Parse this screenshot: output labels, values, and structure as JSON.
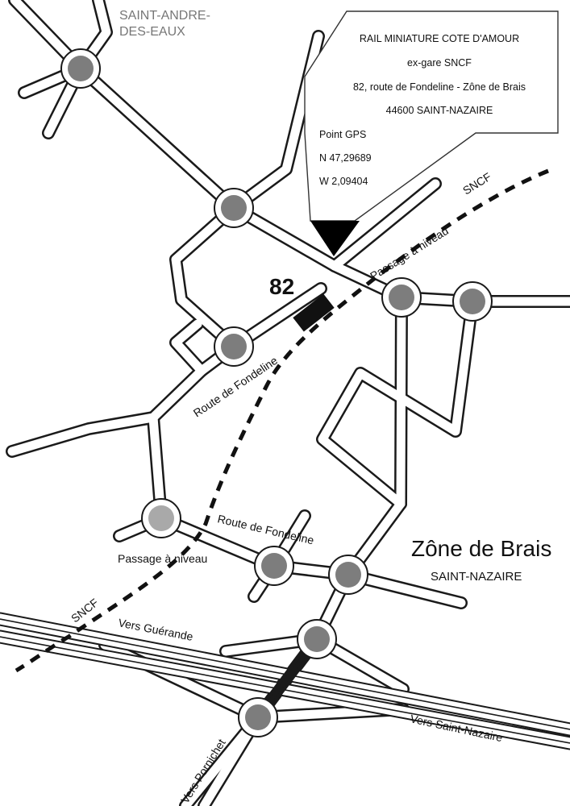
{
  "callout": {
    "line1": "RAIL MINIATURE COTE D'AMOUR",
    "line2": "ex-gare SNCF",
    "line3": "82, route de Fondeline - Zône de Brais",
    "line4": "44600 SAINT-NAZAIRE",
    "gps_label": "Point GPS",
    "gps_n": "N 47,29689",
    "gps_w": "W 2,09404"
  },
  "labels": {
    "town_line1": "SAINT-ANDRE-",
    "town_line2": "DES-EAUX",
    "number": "82",
    "zone_title": "Zône de Brais",
    "zone_city": "SAINT-NAZAIRE",
    "sncf_top": "SNCF",
    "passage_top": "Passage à niveau",
    "fondeline_upper": "Route de Fondeline",
    "fondeline_lower": "Route de Fondeline",
    "passage_bottom": "Passage à niveau",
    "sncf_bottom": "SNCF",
    "vers_guerande": "Vers Guérande",
    "vers_saint_nazaire": "Vers Saint-Nazaire",
    "vers_pornichet": "Vers Pornichet"
  }
}
